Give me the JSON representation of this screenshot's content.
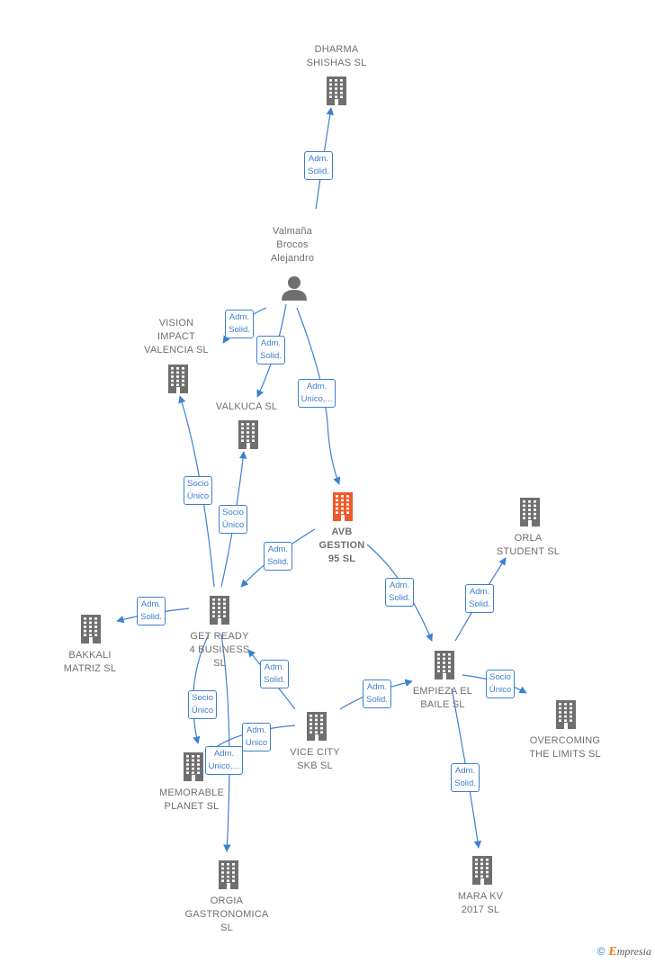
{
  "nodes": [
    {
      "id": "dharma",
      "label": "DHARMA\nSHISHAS  SL",
      "type": "company"
    },
    {
      "id": "valmana",
      "label": "Valmaña\nBrocos\nAlejandro",
      "type": "person"
    },
    {
      "id": "vision",
      "label": "VISION\nIMPACT\nVALENCIA  SL",
      "type": "company"
    },
    {
      "id": "valkuca",
      "label": "VALKUCA  SL",
      "type": "company"
    },
    {
      "id": "avb",
      "label": "AVB\nGESTION\n95  SL",
      "type": "company",
      "main": true
    },
    {
      "id": "orla",
      "label": "ORLA\nSTUDENT  SL",
      "type": "company"
    },
    {
      "id": "getready",
      "label": "GET READY\n4 BUSINESS\nSL",
      "type": "company"
    },
    {
      "id": "bakkali",
      "label": "BAKKALI\nMATRIZ  SL",
      "type": "company"
    },
    {
      "id": "empieza",
      "label": "EMPIEZA EL\nBAILE  SL",
      "type": "company"
    },
    {
      "id": "overcoming",
      "label": "OVERCOMING\nTHE LIMITS  SL",
      "type": "company"
    },
    {
      "id": "vicecity",
      "label": "VICE CITY\nSKB  SL",
      "type": "company"
    },
    {
      "id": "memorable",
      "label": "MEMORABLE\nPLANET  SL",
      "type": "company"
    },
    {
      "id": "orgia",
      "label": "ORGIA\nGASTRONOMICA\nSL",
      "type": "company"
    },
    {
      "id": "marakv",
      "label": "MARA KV\n2017  SL",
      "type": "company"
    }
  ],
  "edges": [
    {
      "id": "e1",
      "from": "valmana",
      "to": "dharma",
      "label": "Adm.\nSolid."
    },
    {
      "id": "e2",
      "from": "valmana",
      "to": "vision",
      "label": "Adm.\nSolid."
    },
    {
      "id": "e3",
      "from": "valmana",
      "to": "valkuca",
      "label": "Adm.\nSolid."
    },
    {
      "id": "e4",
      "from": "valmana",
      "to": "avb",
      "label": "Adm.\nUnico,..."
    },
    {
      "id": "e5",
      "from": "getready",
      "to": "vision",
      "label": "Socio\nÚnico"
    },
    {
      "id": "e6",
      "from": "getready",
      "to": "valkuca",
      "label": "Socio\nÚnico"
    },
    {
      "id": "e7",
      "from": "avb",
      "to": "getready",
      "label": "Adm.\nSolid."
    },
    {
      "id": "e8",
      "from": "getready",
      "to": "bakkali",
      "label": "Adm.\nSolid."
    },
    {
      "id": "e9",
      "from": "avb",
      "to": "empieza",
      "label": "Adm.\nSolid."
    },
    {
      "id": "e10",
      "from": "empieza",
      "to": "orla",
      "label": "Adm.\nSolid."
    },
    {
      "id": "e11",
      "from": "empieza",
      "to": "overcoming",
      "label": "Socio\nÚnico"
    },
    {
      "id": "e12",
      "from": "vicecity",
      "to": "getready",
      "label": "Adm.\nSolid."
    },
    {
      "id": "e13",
      "from": "vicecity",
      "to": "empieza",
      "label": "Adm.\nSolid."
    },
    {
      "id": "e14",
      "from": "getready",
      "to": "memorable",
      "label": "Socio\nÚnico"
    },
    {
      "id": "e15",
      "from": "vicecity",
      "to": "memorable",
      "label": "Adm.\nUnico"
    },
    {
      "id": "e16",
      "from": "getready",
      "to": "orgia",
      "label": "Adm.\nUnico,..."
    },
    {
      "id": "e17",
      "from": "empieza",
      "to": "marakv",
      "label": "Adm.\nSolid."
    }
  ],
  "colors": {
    "edge": "#3d7fd0",
    "building": "#6f6f6f",
    "main": "#f05a28",
    "person": "#6f6f6f"
  },
  "footer": {
    "copyright": "©",
    "brand_initial": "E",
    "brand_rest": "mpresia"
  }
}
